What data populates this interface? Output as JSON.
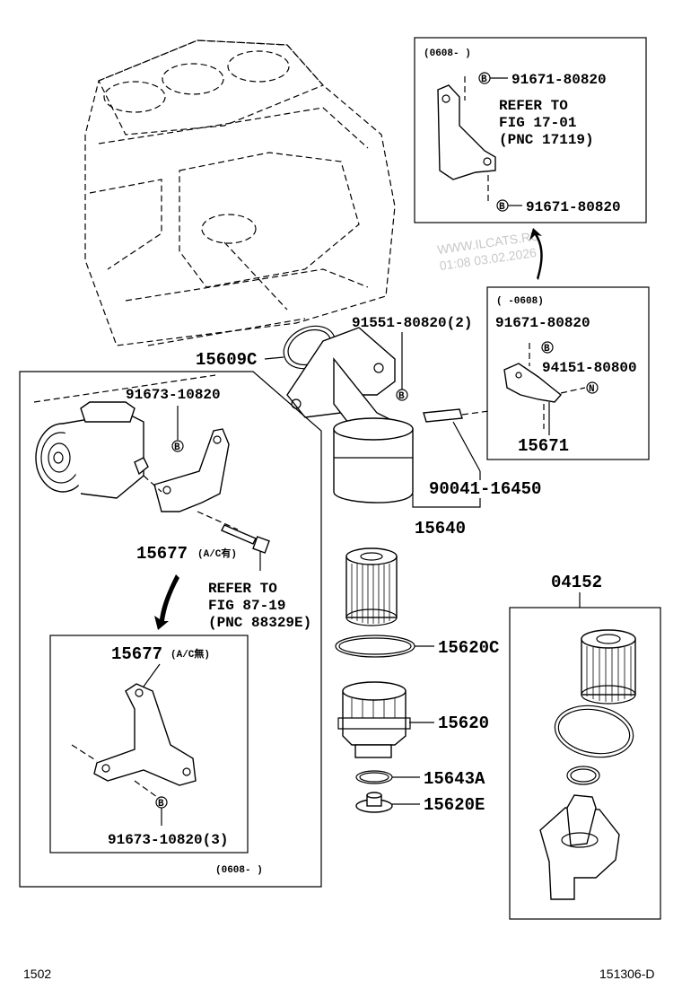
{
  "watermark": {
    "site": "WWW.ILCATS.RU",
    "timestamp": "01:08 03.02.2026"
  },
  "footer": {
    "page_left": "1502",
    "page_right": "151306-D"
  },
  "inset_top": {
    "date_range": "(0608-    )",
    "bolt_top": "91671-80820",
    "bolt_bottom": "91671-80820",
    "refer_line1": "REFER TO",
    "refer_line2": "FIG 17-01",
    "refer_line3": "(PNC 17119)",
    "marker_b": "B"
  },
  "inset_mid": {
    "date_range": "(     -0608)",
    "bolt": "91671-80820",
    "nut": "94151-80800",
    "bracket": "15671",
    "marker_b": "B",
    "marker_n": "N"
  },
  "inset_left": {
    "bolt_top": "91673-10820",
    "bracket": "15677",
    "bracket_note": "(A/C有)",
    "refer_line1": "REFER TO",
    "refer_line2": "FIG 87-19",
    "refer_line3": "(PNC 88329E)",
    "marker_b": "B",
    "sub": {
      "bracket": "15677",
      "bracket_note": "(A/C無)",
      "bolt": "91673-10820(3)",
      "marker_b": "B",
      "date_range": "(0608-    )"
    }
  },
  "main": {
    "gasket": "15609C",
    "bolt_b": "91551-80820(2)",
    "union": "90041-16450",
    "housing": "15640",
    "marker_b": "B"
  },
  "filter_stack": {
    "oring": "15620C",
    "cap": "15620",
    "small_oring": "15643A",
    "drain_plug": "15620E"
  },
  "kit": {
    "number": "04152"
  }
}
